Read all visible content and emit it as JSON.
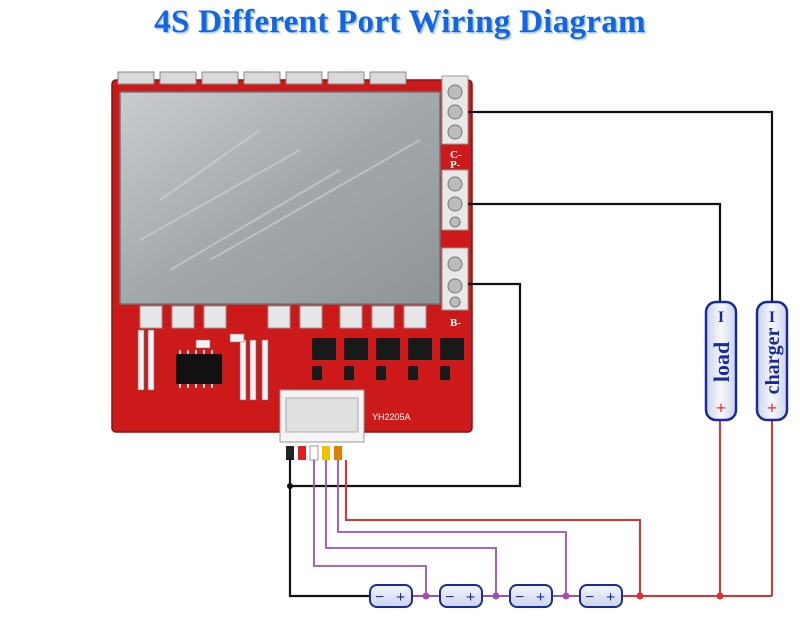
{
  "title": "4S Different Port Wiring Diagram",
  "board": {
    "model": "YH2205A",
    "port_labels": [
      "C-",
      "P-",
      "B-"
    ],
    "pcb_color": "#cc1a1a",
    "plate_color": "#a9aeb2"
  },
  "load": {
    "label": "load",
    "plus": "+",
    "minus": "I"
  },
  "charger": {
    "label": "charger",
    "plus": "+",
    "minus": "I"
  },
  "cells": [
    {
      "minus": "−",
      "plus": "+"
    },
    {
      "minus": "−",
      "plus": "+"
    },
    {
      "minus": "−",
      "plus": "+"
    },
    {
      "minus": "−",
      "plus": "+"
    }
  ],
  "wire_colors": {
    "negative": "#000000",
    "positive": "#e03030",
    "balance": "#a050b0",
    "cell_outline": "#1a2a9a",
    "cell_fill": "#dfe6f4"
  },
  "connector_pin_colors": [
    "#222222",
    "#e02020",
    "#ffffff",
    "#f2c200",
    "#e08000"
  ]
}
